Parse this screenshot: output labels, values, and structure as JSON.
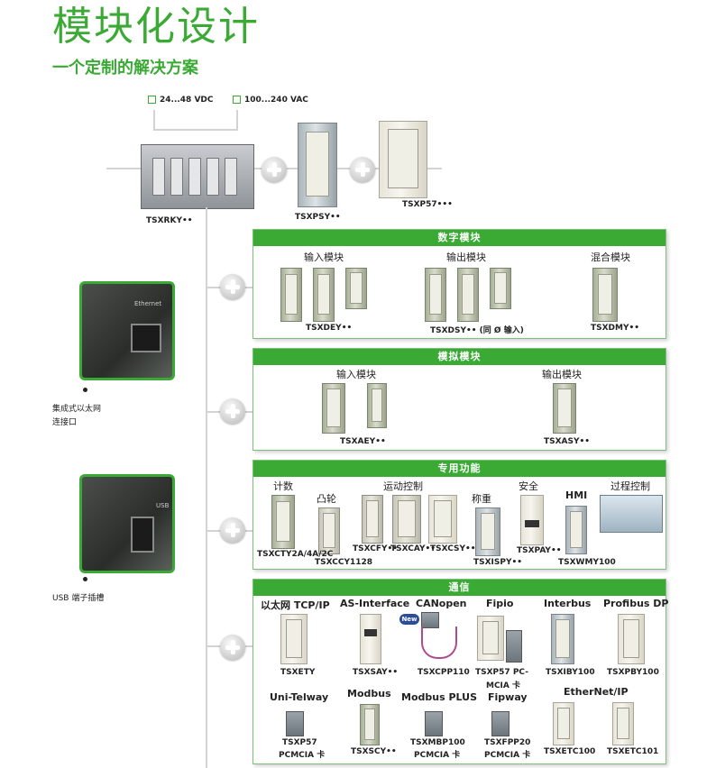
{
  "header": {
    "title": "模块化设计",
    "subtitle": "一个定制的解决方案"
  },
  "power": {
    "option_dc": "24...48 VDC",
    "option_ac": "100...240 VAC",
    "rack_label": "TSXRKY••",
    "psu_label": "TSXPSY••",
    "cpu_label": "TSXP57•••"
  },
  "callouts": {
    "ethernet_port": {
      "line1": "集成式以太网",
      "line2": "连接口",
      "port_text": "Ethernet"
    },
    "usb_port": {
      "text": "USB 端子插槽",
      "port_text": "USB"
    }
  },
  "panels": {
    "digital": {
      "header": "数字模块",
      "input_title": "输入模块",
      "output_title": "输出模块",
      "mixed_title": "混合模块",
      "input_label": "TSXDEY••",
      "output_label": "TSXDSY•• (同 Ø 输入)",
      "mixed_label": "TSXDMY••"
    },
    "analog": {
      "header": "模拟模块",
      "input_title": "输入模块",
      "output_title": "输出模块",
      "input_label": "TSXAEY••",
      "output_label": "TSXASY••"
    },
    "special": {
      "header": "专用功能",
      "items": [
        {
          "title": "计数",
          "label": "TSXCTY2A/4A/2C"
        },
        {
          "title": "凸轮",
          "label": "TSXCCY1128"
        },
        {
          "title": "运动控制",
          "label1": "TSXCFY••",
          "label2": "TSXCAY••",
          "label3": "TSXCSY••"
        },
        {
          "title": "称重",
          "label": "TSXISPY••"
        },
        {
          "title": "安全",
          "label": "TSXPAY••"
        },
        {
          "title": "HMI",
          "label": "TSXWMY100"
        },
        {
          "title": "过程控制",
          "label": ""
        }
      ]
    },
    "comm": {
      "header": "通信",
      "row1": [
        {
          "title": "以太网 TCP/IP",
          "label": "TSXETY"
        },
        {
          "title": "AS-Interface",
          "label": "TSXSAY••"
        },
        {
          "title": "CANopen",
          "label": "TSXCPP110",
          "badge": "New"
        },
        {
          "title": "Fipio",
          "label1": "TSXP57 PC-",
          "label2": "MCIA 卡"
        },
        {
          "title": "Interbus",
          "label": "TSXIBY100"
        },
        {
          "title": "Profibus DP",
          "label": "TSXPBY100"
        }
      ],
      "row2": [
        {
          "title": "Uni-Telway",
          "label1": "TSXP57",
          "label2": "PCMCIA 卡"
        },
        {
          "title": "Modbus",
          "label": "TSXSCY••"
        },
        {
          "title": "Modbus PLUS",
          "label1": "TSXMBP100",
          "label2": "PCMCIA 卡"
        },
        {
          "title": "Fipway",
          "label1": "TSXFPP20",
          "label2": "PCMCIA 卡"
        },
        {
          "title": "EtherNet/IP",
          "label1": "TSXETC100",
          "label2": "TSXETC101"
        }
      ]
    }
  }
}
